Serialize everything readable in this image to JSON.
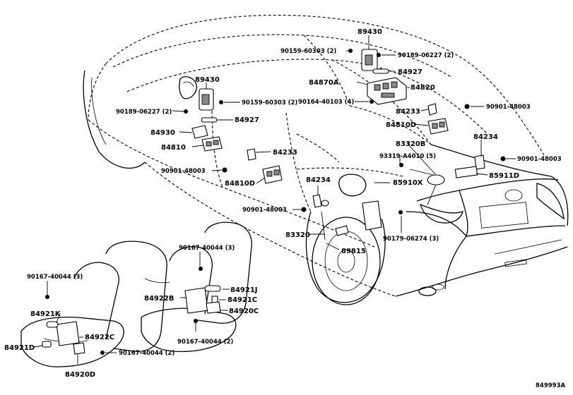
{
  "diagram_id": "849993A",
  "labels": {
    "l_89430_top": "89430",
    "l_90159_60303_top": "90159-60303 (2)",
    "l_90189_06227_top": "90189-06227 (2)",
    "l_84927_top": "84927",
    "l_84870A": "84870A",
    "l_84820": "84820",
    "l_90164_40103": "90164-40103 (4)",
    "l_84233_top": "84233",
    "l_90901_48003_r1": "90901-48003",
    "l_84810D_right": "84810D",
    "l_83320B": "83320B",
    "l_84234_right": "84234",
    "l_93319_A4010": "93319-A4010 (5)",
    "l_90901_48003_r2": "90901-48003",
    "l_85911D": "85911D",
    "l_85910X": "85910X",
    "l_89430_left": "89430",
    "l_90159_60303_left": "90159-60303 (2)",
    "l_90189_06227_left": "90189-06227 (2)",
    "l_84927_left": "84927",
    "l_84930": "84930",
    "l_84810": "84810",
    "l_84233_mid": "84233",
    "l_90901_48003_left": "90901-48003",
    "l_84810D_left": "84810D",
    "l_84234_mid": "84234",
    "l_90901_48003_mid": "90901-48003",
    "l_83320": "83320",
    "l_90179_06274": "90179-06274 (3)",
    "l_89815": "89815",
    "l_90167_40044_a": "90167-40044 (3)",
    "l_90167_40044_b": "90167-40044 (3)",
    "l_84921J": "84921J",
    "l_84922B": "84922B",
    "l_84921C": "84921C",
    "l_84920C": "84920C",
    "l_84921K": "84921K",
    "l_84922C": "84922C",
    "l_84921D": "84921D",
    "l_90167_40044_c": "90167-40044 (2)",
    "l_90167_40044_d": "90167-40044 (2)",
    "l_84920D": "84920D"
  }
}
